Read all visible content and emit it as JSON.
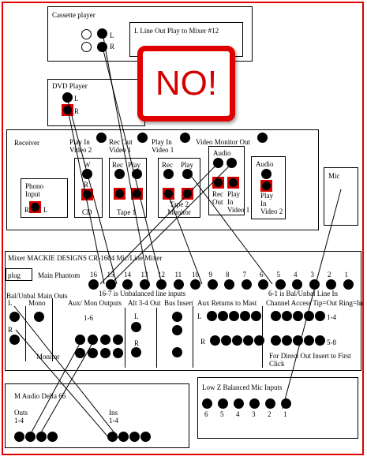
{
  "cassette": {
    "title": "Cassette player",
    "l": "L",
    "r": "R",
    "panel": "L    Line Out Play   to  Mixer #12"
  },
  "dvd": {
    "title": "DVD Player",
    "l": "L",
    "r": "R"
  },
  "receiver": {
    "title": "Receiver",
    "play_in_v2": "Play In\nVideo 2",
    "rec_out_v1": "Rec Out\nVideo 1",
    "play_in_v1": "Play In\nVideo 1",
    "video_monitor_out": "Video Monitor Out",
    "phono": "Phono\nInput",
    "phono_r": "R",
    "phono_l": "L",
    "cd_w": "W",
    "cd_r": "R",
    "cd": "CD",
    "tape1_rec": "Rec",
    "tape1_play": "Play",
    "tape1": "Tape 1",
    "tape2_rec": "Rec",
    "tape2_play": "Play",
    "tape2": "Tape 2\nMonitor",
    "audio_v1": "Audio",
    "audio_v1_rec": "Rec\nOut",
    "audio_v1_play": "Play\nIn\nVideo 1",
    "audio_v2": "Audio",
    "audio_v2_play": "Play\nIn\nVideo 2"
  },
  "mic": {
    "title": "Mic"
  },
  "mixer": {
    "title": "Mixer   MACKIE DESIGNS CR-1604 Mic/Line Mixer",
    "plug": "plug",
    "main_phantom": "Main Phantom",
    "channel_numbers": [
      "16",
      "15",
      "14",
      "13",
      "12",
      "11",
      "10",
      "9",
      "8",
      "7",
      "6",
      "5",
      "4",
      "3",
      "2",
      "1"
    ],
    "unbal_text": "16-7 is Unbalanced line inputs",
    "bal_text": "6-1 is Bal/Unbal Line In",
    "bal_mono": "Bal/Unbal  Main Outs",
    "bal_l": "L",
    "mono": "Mono",
    "bal_r": "R",
    "aux_mon": "Aux/ Mon Outputs",
    "aux_range": "1-6",
    "alt34": "Alt 3-4 Out",
    "alt_l": "L",
    "alt_r": "R",
    "bus_insert": "Bus Insert",
    "aux_returns": "Aux Returns to Mast",
    "aux_l": "L",
    "aux_r": "R",
    "channel_access": "Channel Access Tip=Out Ring=In",
    "ch_14": "1-4",
    "ch_58": "5-8",
    "direct_out": "For Direct Out Insert to First\nClick",
    "monitor": "Monitor"
  },
  "maudio": {
    "title": "M Audio Delta 66",
    "outs": "Outs\n1-4",
    "ins": "Ins\n1-4"
  },
  "lowz": {
    "title": "Low Z Balanced Mic Inputs",
    "numbers": [
      "6",
      "5",
      "4",
      "3",
      "2",
      "1"
    ]
  },
  "badge": {
    "text": "NO!"
  },
  "colors": {
    "frame": "#e00000",
    "jack_red": "#d40000"
  }
}
